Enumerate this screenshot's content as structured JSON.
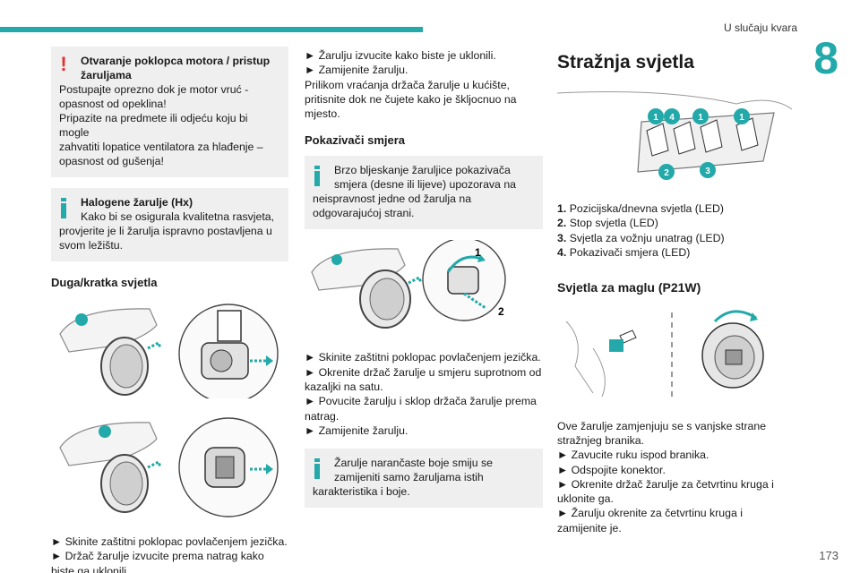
{
  "header": {
    "title": "U slučaju kvara",
    "chapter": "8",
    "page_number": "173"
  },
  "col1": {
    "warning": {
      "title": "Otvaranje poklopca motora / pristup žaruljama",
      "lines": [
        "Postupajte oprezno dok je motor vruć -",
        "opasnost od opeklina!",
        "Pripazite na predmete ili odjeću koju bi mogle",
        "zahvatiti lopatice ventilatora za hlađenje –",
        "opasnost od gušenja!"
      ]
    },
    "info": {
      "title": "Halogene žarulje (Hx)",
      "lines": [
        "Kako bi se osigurala kvalitetna rasvjeta,",
        "provjerite je li žarulja ispravno postavljena u",
        "svom ležištu."
      ]
    },
    "heading": "Duga/kratka svjetla",
    "steps": [
      "► Skinite zaštitni poklopac povlačenjem jezička.",
      "► Držač žarulje izvucite prema natrag kako",
      "biste ga uklonili."
    ]
  },
  "col2": {
    "intro": [
      "► Žarulju izvucite kako biste je uklonili.",
      "► Zamijenite žarulju.",
      "Prilikom vraćanja držača žarulje u kućište,",
      "pritisnite dok ne čujete kako je škljocnuo na",
      "mjesto."
    ],
    "heading": "Pokazivači smjera",
    "info1": {
      "lines": [
        "Brzo bljeskanje žaruljice pokazivača",
        "smjera (desne ili lijeve) upozorava na",
        "neispravnost jedne od žarulja na",
        "odgovarajućoj strani."
      ]
    },
    "figure_labels": [
      "1",
      "2"
    ],
    "steps": [
      "► Skinite zaštitni poklopac povlačenjem jezička.",
      "► Okrenite držač žarulje u smjeru suprotnom od",
      "kazaljki na satu.",
      "► Povucite žarulju i sklop držača žarulje prema",
      "natrag.",
      "► Zamijenite žarulju."
    ],
    "info2": {
      "lines": [
        "Žarulje narančaste boje smiju se",
        "zamijeniti samo žaruljama istih",
        "karakteristika i boje."
      ]
    }
  },
  "col3": {
    "heading": "Stražnja svjetla",
    "figure_labels": [
      "1",
      "4",
      "1",
      "1",
      "2",
      "3"
    ],
    "legend": [
      {
        "num": "1.",
        "text": "Pozicijska/dnevna svjetla (LED)"
      },
      {
        "num": "2.",
        "text": "Stop svjetla (LED)"
      },
      {
        "num": "3.",
        "text": "Svjetla za vožnju unatrag (LED)"
      },
      {
        "num": "4.",
        "text": "Pokazivači smjera (LED)"
      }
    ],
    "subheading": "Svjetla za maglu (P21W)",
    "steps": [
      "Ove žarulje zamjenjuju se s vanjske strane",
      "stražnjeg branika.",
      "► Zavucite ruku ispod branika.",
      "► Odspojite konektor.",
      "► Okrenite držač žarulje za četvrtinu kruga i",
      "uklonite ga.",
      "► Žarulju okrenite za četvrtinu kruga i",
      "zamijenite je."
    ]
  },
  "colors": {
    "accent": "#23a9a9",
    "warning": "#e52e2e",
    "box_bg": "#efefef"
  },
  "icons": [
    "warning-icon",
    "info-icon"
  ]
}
